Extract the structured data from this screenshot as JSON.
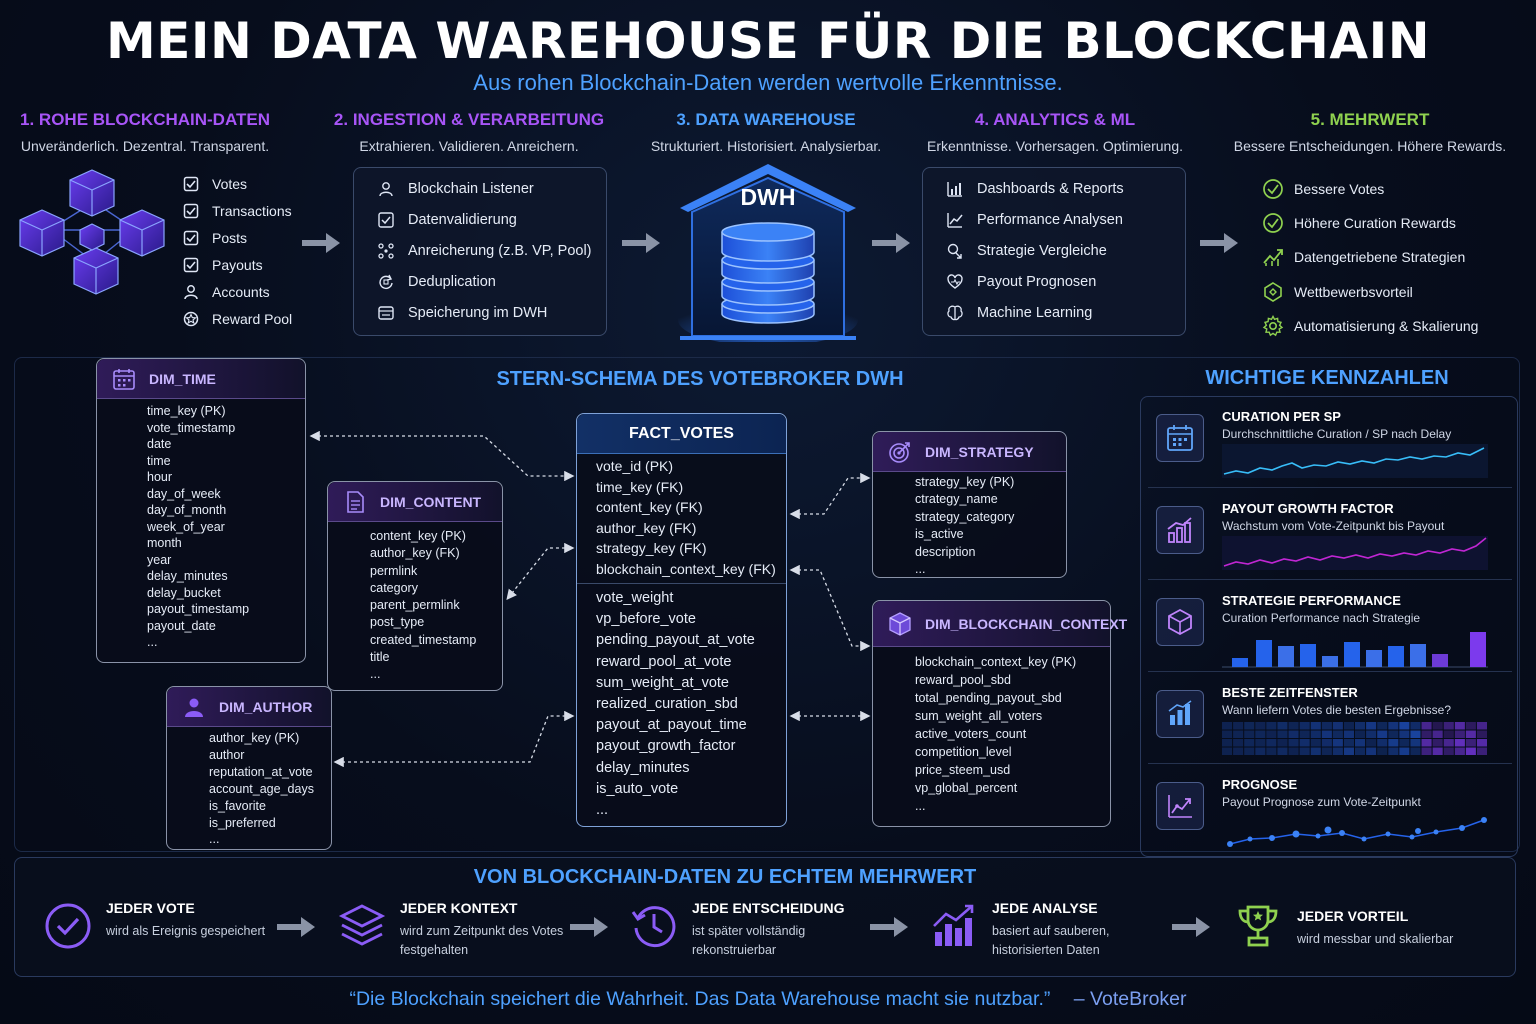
{
  "header": {
    "title": "MEIN DATA WAREHOUSE FÜR DIE BLOCKCHAIN",
    "subtitle": "Aus rohen Blockchain-Daten werden wertvolle Erkenntnisse."
  },
  "steps": [
    {
      "title": "1. ROHE BLOCKCHAIN-DATEN",
      "subtitle": "Unveränderlich. Dezentral. Transparent."
    },
    {
      "title": "2. INGESTION & VERARBEITUNG",
      "subtitle": "Extrahieren. Validieren. Anreichern."
    },
    {
      "title": "3. DATA WAREHOUSE",
      "subtitle": "Strukturiert. Historisiert. Analysierbar."
    },
    {
      "title": "4. ANALYTICS & ML",
      "subtitle": "Erkenntnisse. Vorhersagen. Optimierung."
    },
    {
      "title": "5. MEHRWERT",
      "subtitle": "Bessere Entscheidungen. Höhere Rewards."
    }
  ],
  "raw_data": [
    {
      "label": "Votes",
      "icon": "checkbox-icon"
    },
    {
      "label": "Transactions",
      "icon": "checkbox-icon"
    },
    {
      "label": "Posts",
      "icon": "checkbox-icon"
    },
    {
      "label": "Payouts",
      "icon": "checkbox-icon"
    },
    {
      "label": "Accounts",
      "icon": "user-icon"
    },
    {
      "label": "Reward Pool",
      "icon": "coin-icon"
    }
  ],
  "ingestion": [
    {
      "label": "Blockchain Listener",
      "icon": "listener-icon"
    },
    {
      "label": "Datenvalidierung",
      "icon": "check-icon"
    },
    {
      "label": "Anreicherung (z.B. VP, Pool)",
      "icon": "enrich-icon"
    },
    {
      "label": "Deduplication",
      "icon": "dedup-icon"
    },
    {
      "label": "Speicherung im DWH",
      "icon": "storage-icon"
    }
  ],
  "dwh_label": "DWH",
  "analytics": [
    {
      "label": "Dashboards & Reports",
      "icon": "bar-chart-icon"
    },
    {
      "label": "Performance Analysen",
      "icon": "line-chart-icon"
    },
    {
      "label": "Strategie Vergleiche",
      "icon": "compare-icon"
    },
    {
      "label": "Payout Prognosen",
      "icon": "forecast-icon"
    },
    {
      "label": "Machine Learning",
      "icon": "brain-icon"
    }
  ],
  "value": [
    {
      "label": "Bessere Votes",
      "icon": "check-circle-icon"
    },
    {
      "label": "Höhere Curation Rewards",
      "icon": "check-circle-icon"
    },
    {
      "label": "Datengetriebene Strategien",
      "icon": "trend-icon"
    },
    {
      "label": "Wettbewerbsvorteil",
      "icon": "puzzle-icon"
    },
    {
      "label": "Automatisierung & Skalierung",
      "icon": "gear-icon"
    }
  ],
  "schema": {
    "title": "STERN-SCHEMA DES VOTEBROKER DWH",
    "dim_time": {
      "name": "DIM_TIME",
      "fields": [
        "time_key (PK)",
        "vote_timestamp",
        "date",
        "time",
        "hour",
        "day_of_week",
        "day_of_month",
        "week_of_year",
        "month",
        "year",
        "delay_minutes",
        "delay_bucket",
        "payout_timestamp",
        "payout_date",
        "..."
      ]
    },
    "dim_content": {
      "name": "DIM_CONTENT",
      "fields": [
        "content_key (PK)",
        "author_key (FK)",
        "permlink",
        "category",
        "parent_permlink",
        "post_type",
        "created_timestamp",
        "title",
        "..."
      ]
    },
    "dim_author": {
      "name": "DIM_AUTHOR",
      "fields": [
        "author_key (PK)",
        "author",
        "reputation_at_vote",
        "account_age_days",
        "is_favorite",
        "is_preferred",
        "..."
      ]
    },
    "fact_votes": {
      "name": "FACT_VOTES",
      "keys": [
        "vote_id (PK)",
        "time_key (FK)",
        "content_key (FK)",
        "author_key (FK)",
        "strategy_key (FK)",
        "blockchain_context_key (FK)"
      ],
      "measures": [
        "vote_weight",
        "vp_before_vote",
        "pending_payout_at_vote",
        "reward_pool_at_vote",
        "sum_weight_at_vote",
        "realized_curation_sbd",
        "payout_at_payout_time",
        "payout_growth_factor",
        "delay_minutes",
        "is_auto_vote",
        "..."
      ]
    },
    "dim_strategy": {
      "name": "DIM_STRATEGY",
      "fields": [
        "strategy_key (PK)",
        "ctrategy_name",
        "strategy_category",
        "is_active",
        "description",
        "..."
      ]
    },
    "dim_blockchain_context": {
      "name": "DIM_BLOCKCHAIN_CONTEXT",
      "fields": [
        "blockchain_context_key (PK)",
        "reward_pool_sbd",
        "total_pending_payout_sbd",
        "sum_weight_all_voters",
        "active_voters_count",
        "competition_level",
        "price_steem_usd",
        "vp_global_percent",
        "..."
      ]
    }
  },
  "kpis": {
    "title": "WICHTIGE KENNZAHLEN",
    "items": [
      {
        "title": "CURATION PER SP",
        "subtitle": "Durchschnittliche Curation / SP nach Delay",
        "icon": "calendar-icon"
      },
      {
        "title": "PAYOUT GROWTH FACTOR",
        "subtitle": "Wachstum vom Vote-Zeitpunkt bis Payout",
        "icon": "growth-chart-icon"
      },
      {
        "title": "STRATEGIE PERFORMANCE",
        "subtitle": "Curation Performance nach Strategie",
        "icon": "cube-icon"
      },
      {
        "title": "BESTE ZEITFENSTER",
        "subtitle": "Wann liefern Votes die besten Ergebnisse?",
        "icon": "bars-icon"
      },
      {
        "title": "PROGNOSE",
        "subtitle": "Payout Prognose zum Vote-Zeitpunkt",
        "icon": "forecast-chart-icon"
      }
    ]
  },
  "bottom": {
    "title": "VON BLOCKCHAIN-DATEN ZU ECHTEM MEHRWERT",
    "items": [
      {
        "title": "JEDER VOTE",
        "subtitle": "wird als Ereignis gespeichert",
        "icon": "check-circle-icon"
      },
      {
        "title": "JEDER KONTEXT",
        "subtitle": "wird zum Zeitpunkt des Votes festgehalten",
        "icon": "layers-icon"
      },
      {
        "title": "JEDE ENTSCHEIDUNG",
        "subtitle": "ist später vollständig rekonstruierbar",
        "icon": "history-clock-icon"
      },
      {
        "title": "JEDE ANALYSE",
        "subtitle": "basiert auf sauberen, historisierten Daten",
        "icon": "bar-chart-icon"
      },
      {
        "title": "JEDER VORTEIL",
        "subtitle": "wird messbar und skalierbar",
        "icon": "trophy-icon"
      }
    ]
  },
  "quote": {
    "text": "“Die Blockchain speichert die Wahrheit. Das Data Warehouse macht sie nutzbar.”",
    "author": "– VoteBroker"
  },
  "colors": {
    "background": "#070d1c",
    "purple": "#a855f7",
    "blue": "#4ea1ff",
    "green": "#8fd14f"
  }
}
